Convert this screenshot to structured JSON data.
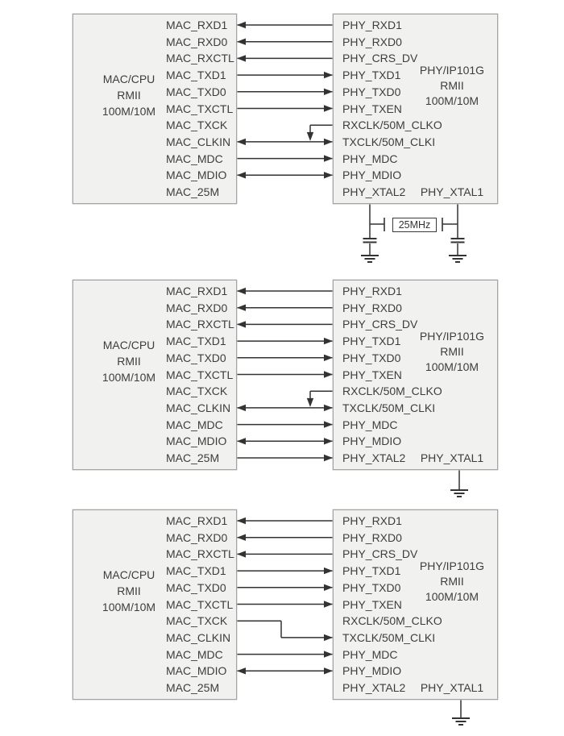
{
  "figure": {
    "description": "Three RMII connection diagrams between a MAC/CPU and an IP101G PHY",
    "colors": {
      "box_fill": "#f1f1ef",
      "box_border": "#a3a3a3",
      "wire": "#333333",
      "text": "#3d3d3d"
    }
  },
  "diagrams": [
    {
      "mac_box": {
        "title": [
          "MAC/CPU",
          "RMII",
          "100M/10M"
        ]
      },
      "phy_box": {
        "title": [
          "PHY/IP101G",
          "RMII",
          "100M/10M"
        ]
      },
      "mac_signals": [
        "MAC_RXD1",
        "MAC_RXD0",
        "MAC_RXCTL",
        "MAC_TXD1",
        "MAC_TXD0",
        "MAC_TXCTL",
        "MAC_TXCK",
        "MAC_CLKIN",
        "MAC_MDC",
        "MAC_MDIO",
        "MAC_25M"
      ],
      "phy_signals": [
        "PHY_RXD1",
        "PHY_RXD0",
        "PHY_CRS_DV",
        "PHY_TXD1",
        "PHY_TXD0",
        "PHY_TXEN",
        "RXCLK/50M_CLKO",
        "TXCLK/50M_CLKI",
        "PHY_MDC",
        "PHY_MDIO",
        "PHY_XTAL2"
      ],
      "phy_xtal1_label": "PHY_XTAL1",
      "connections": [
        {
          "row": 0,
          "dir": "to_mac"
        },
        {
          "row": 1,
          "dir": "to_mac"
        },
        {
          "row": 2,
          "dir": "to_mac"
        },
        {
          "row": 3,
          "dir": "to_phy"
        },
        {
          "row": 4,
          "dir": "to_phy"
        },
        {
          "row": 5,
          "dir": "to_phy"
        },
        {
          "type": "clko_split"
        },
        {
          "row": 8,
          "dir": "to_phy"
        },
        {
          "row": 9,
          "dir": "both"
        }
      ],
      "bottom_circuit": "crystal",
      "crystal_label": "25MHz"
    },
    {
      "mac_box": {
        "title": [
          "MAC/CPU",
          "RMII",
          "100M/10M"
        ]
      },
      "phy_box": {
        "title": [
          "PHY/IP101G",
          "RMII",
          "100M/10M"
        ]
      },
      "mac_signals": [
        "MAC_RXD1",
        "MAC_RXD0",
        "MAC_RXCTL",
        "MAC_TXD1",
        "MAC_TXD0",
        "MAC_TXCTL",
        "MAC_TXCK",
        "MAC_CLKIN",
        "MAC_MDC",
        "MAC_MDIO",
        "MAC_25M"
      ],
      "phy_signals": [
        "PHY_RXD1",
        "PHY_RXD0",
        "PHY_CRS_DV",
        "PHY_TXD1",
        "PHY_TXD0",
        "PHY_TXEN",
        "RXCLK/50M_CLKO",
        "TXCLK/50M_CLKI",
        "PHY_MDC",
        "PHY_MDIO",
        "PHY_XTAL2"
      ],
      "phy_xtal1_label": "PHY_XTAL1",
      "connections": [
        {
          "row": 0,
          "dir": "to_mac"
        },
        {
          "row": 1,
          "dir": "to_mac"
        },
        {
          "row": 2,
          "dir": "to_mac"
        },
        {
          "row": 3,
          "dir": "to_phy"
        },
        {
          "row": 4,
          "dir": "to_phy"
        },
        {
          "row": 5,
          "dir": "to_phy"
        },
        {
          "type": "clko_split"
        },
        {
          "row": 8,
          "dir": "to_phy"
        },
        {
          "row": 9,
          "dir": "both"
        },
        {
          "row": 10,
          "dir": "to_phy"
        }
      ],
      "bottom_circuit": "ground"
    },
    {
      "mac_box": {
        "title": [
          "MAC/CPU",
          "RMII",
          "100M/10M"
        ]
      },
      "phy_box": {
        "title": [
          "PHY/IP101G",
          "RMII",
          "100M/10M"
        ]
      },
      "mac_signals": [
        "MAC_RXD1",
        "MAC_RXD0",
        "MAC_RXCTL",
        "MAC_TXD1",
        "MAC_TXD0",
        "MAC_TXCTL",
        "MAC_TXCK",
        "MAC_CLKIN",
        "MAC_MDC",
        "MAC_MDIO",
        "MAC_25M"
      ],
      "phy_signals": [
        "PHY_RXD1",
        "PHY_RXD0",
        "PHY_CRS_DV",
        "PHY_TXD1",
        "PHY_TXD0",
        "PHY_TXEN",
        "RXCLK/50M_CLKO",
        "TXCLK/50M_CLKI",
        "PHY_MDC",
        "PHY_MDIO",
        "PHY_XTAL2"
      ],
      "phy_xtal1_label": "PHY_XTAL1",
      "connections": [
        {
          "row": 0,
          "dir": "to_mac"
        },
        {
          "row": 1,
          "dir": "to_mac"
        },
        {
          "row": 2,
          "dir": "to_mac"
        },
        {
          "row": 3,
          "dir": "to_phy"
        },
        {
          "row": 4,
          "dir": "to_phy"
        },
        {
          "row": 5,
          "dir": "to_phy"
        },
        {
          "type": "mac_clock_tie"
        },
        {
          "row": 8,
          "dir": "to_phy"
        },
        {
          "row": 9,
          "dir": "both"
        }
      ],
      "bottom_circuit": "ground"
    }
  ]
}
